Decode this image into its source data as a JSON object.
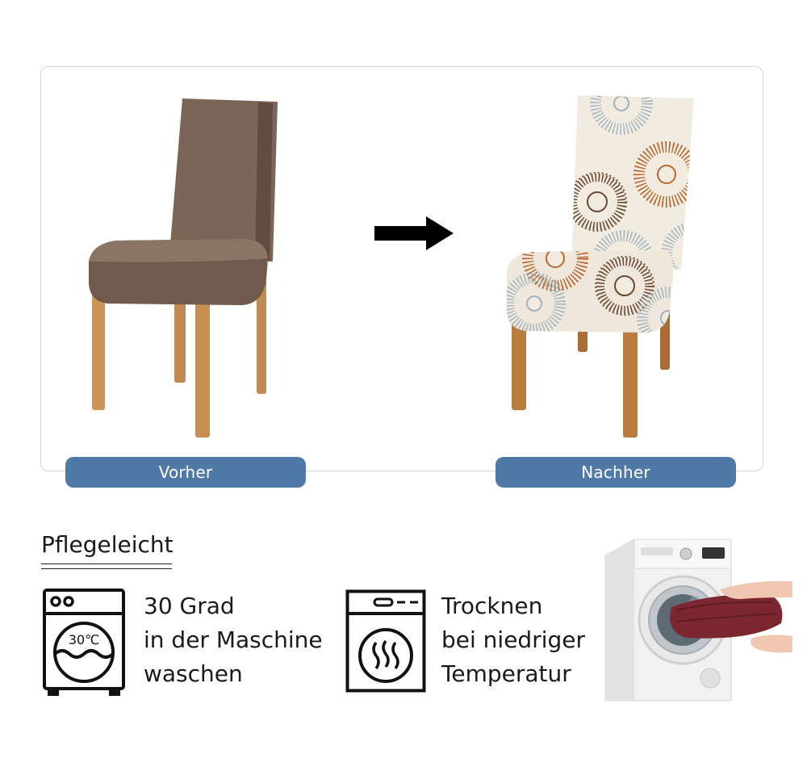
{
  "comparison": {
    "before_label": "Vorher",
    "after_label": "Nachher"
  },
  "care": {
    "title": "Pflegeleicht",
    "wash": {
      "temperature": "30℃",
      "lines": [
        "30 Grad",
        "in der Maschine",
        "waschen"
      ]
    },
    "dry": {
      "lines": [
        "Trocknen",
        "bei niedriger",
        "Temperatur"
      ]
    }
  },
  "colors": {
    "pill": "#4f7aa8",
    "chair_leather": "#7a6556",
    "chair_wood": "#c98f52",
    "cover_base": "#f2ebe0",
    "towel": "#7c2630"
  },
  "icons": [
    "arrow-right-icon",
    "washing-machine-30-icon",
    "tumble-dryer-low-heat-icon"
  ]
}
